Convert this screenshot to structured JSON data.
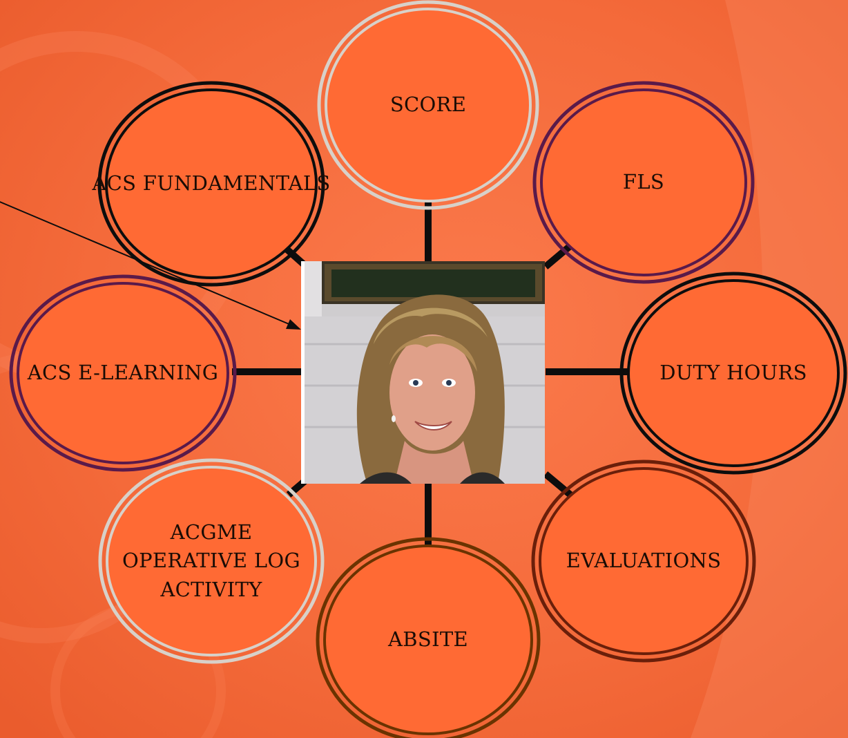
{
  "diagram": {
    "center": {
      "image": "portrait-photo"
    },
    "nodes": [
      {
        "id": "score",
        "label": "SCORE",
        "ring_color": "#d8d1c9"
      },
      {
        "id": "fls",
        "label": "FLS",
        "ring_color": "#5a1a4a"
      },
      {
        "id": "duty-hours",
        "label": "DUTY HOURS",
        "ring_color": "#0d0d0d"
      },
      {
        "id": "evaluations",
        "label": "EVALUATIONS",
        "ring_color": "#6a1f0a"
      },
      {
        "id": "absite",
        "label": "ABSITE",
        "ring_color": "#6a3300"
      },
      {
        "id": "acgme",
        "label": "ACGME\nOPERATIVE LOG\nACTIVITY",
        "ring_color": "#d8d1c9"
      },
      {
        "id": "acs-e-learning",
        "label": "ACS E-LEARNING",
        "ring_color": "#5a1a4a"
      },
      {
        "id": "acs-fundamentals",
        "label": "ACS FUNDAMENTALS",
        "ring_color": "#0d0d0d"
      }
    ],
    "colors": {
      "node_fill": "#ff6a34",
      "background": "#f56d3e",
      "connector": "#0d0d0d"
    }
  }
}
